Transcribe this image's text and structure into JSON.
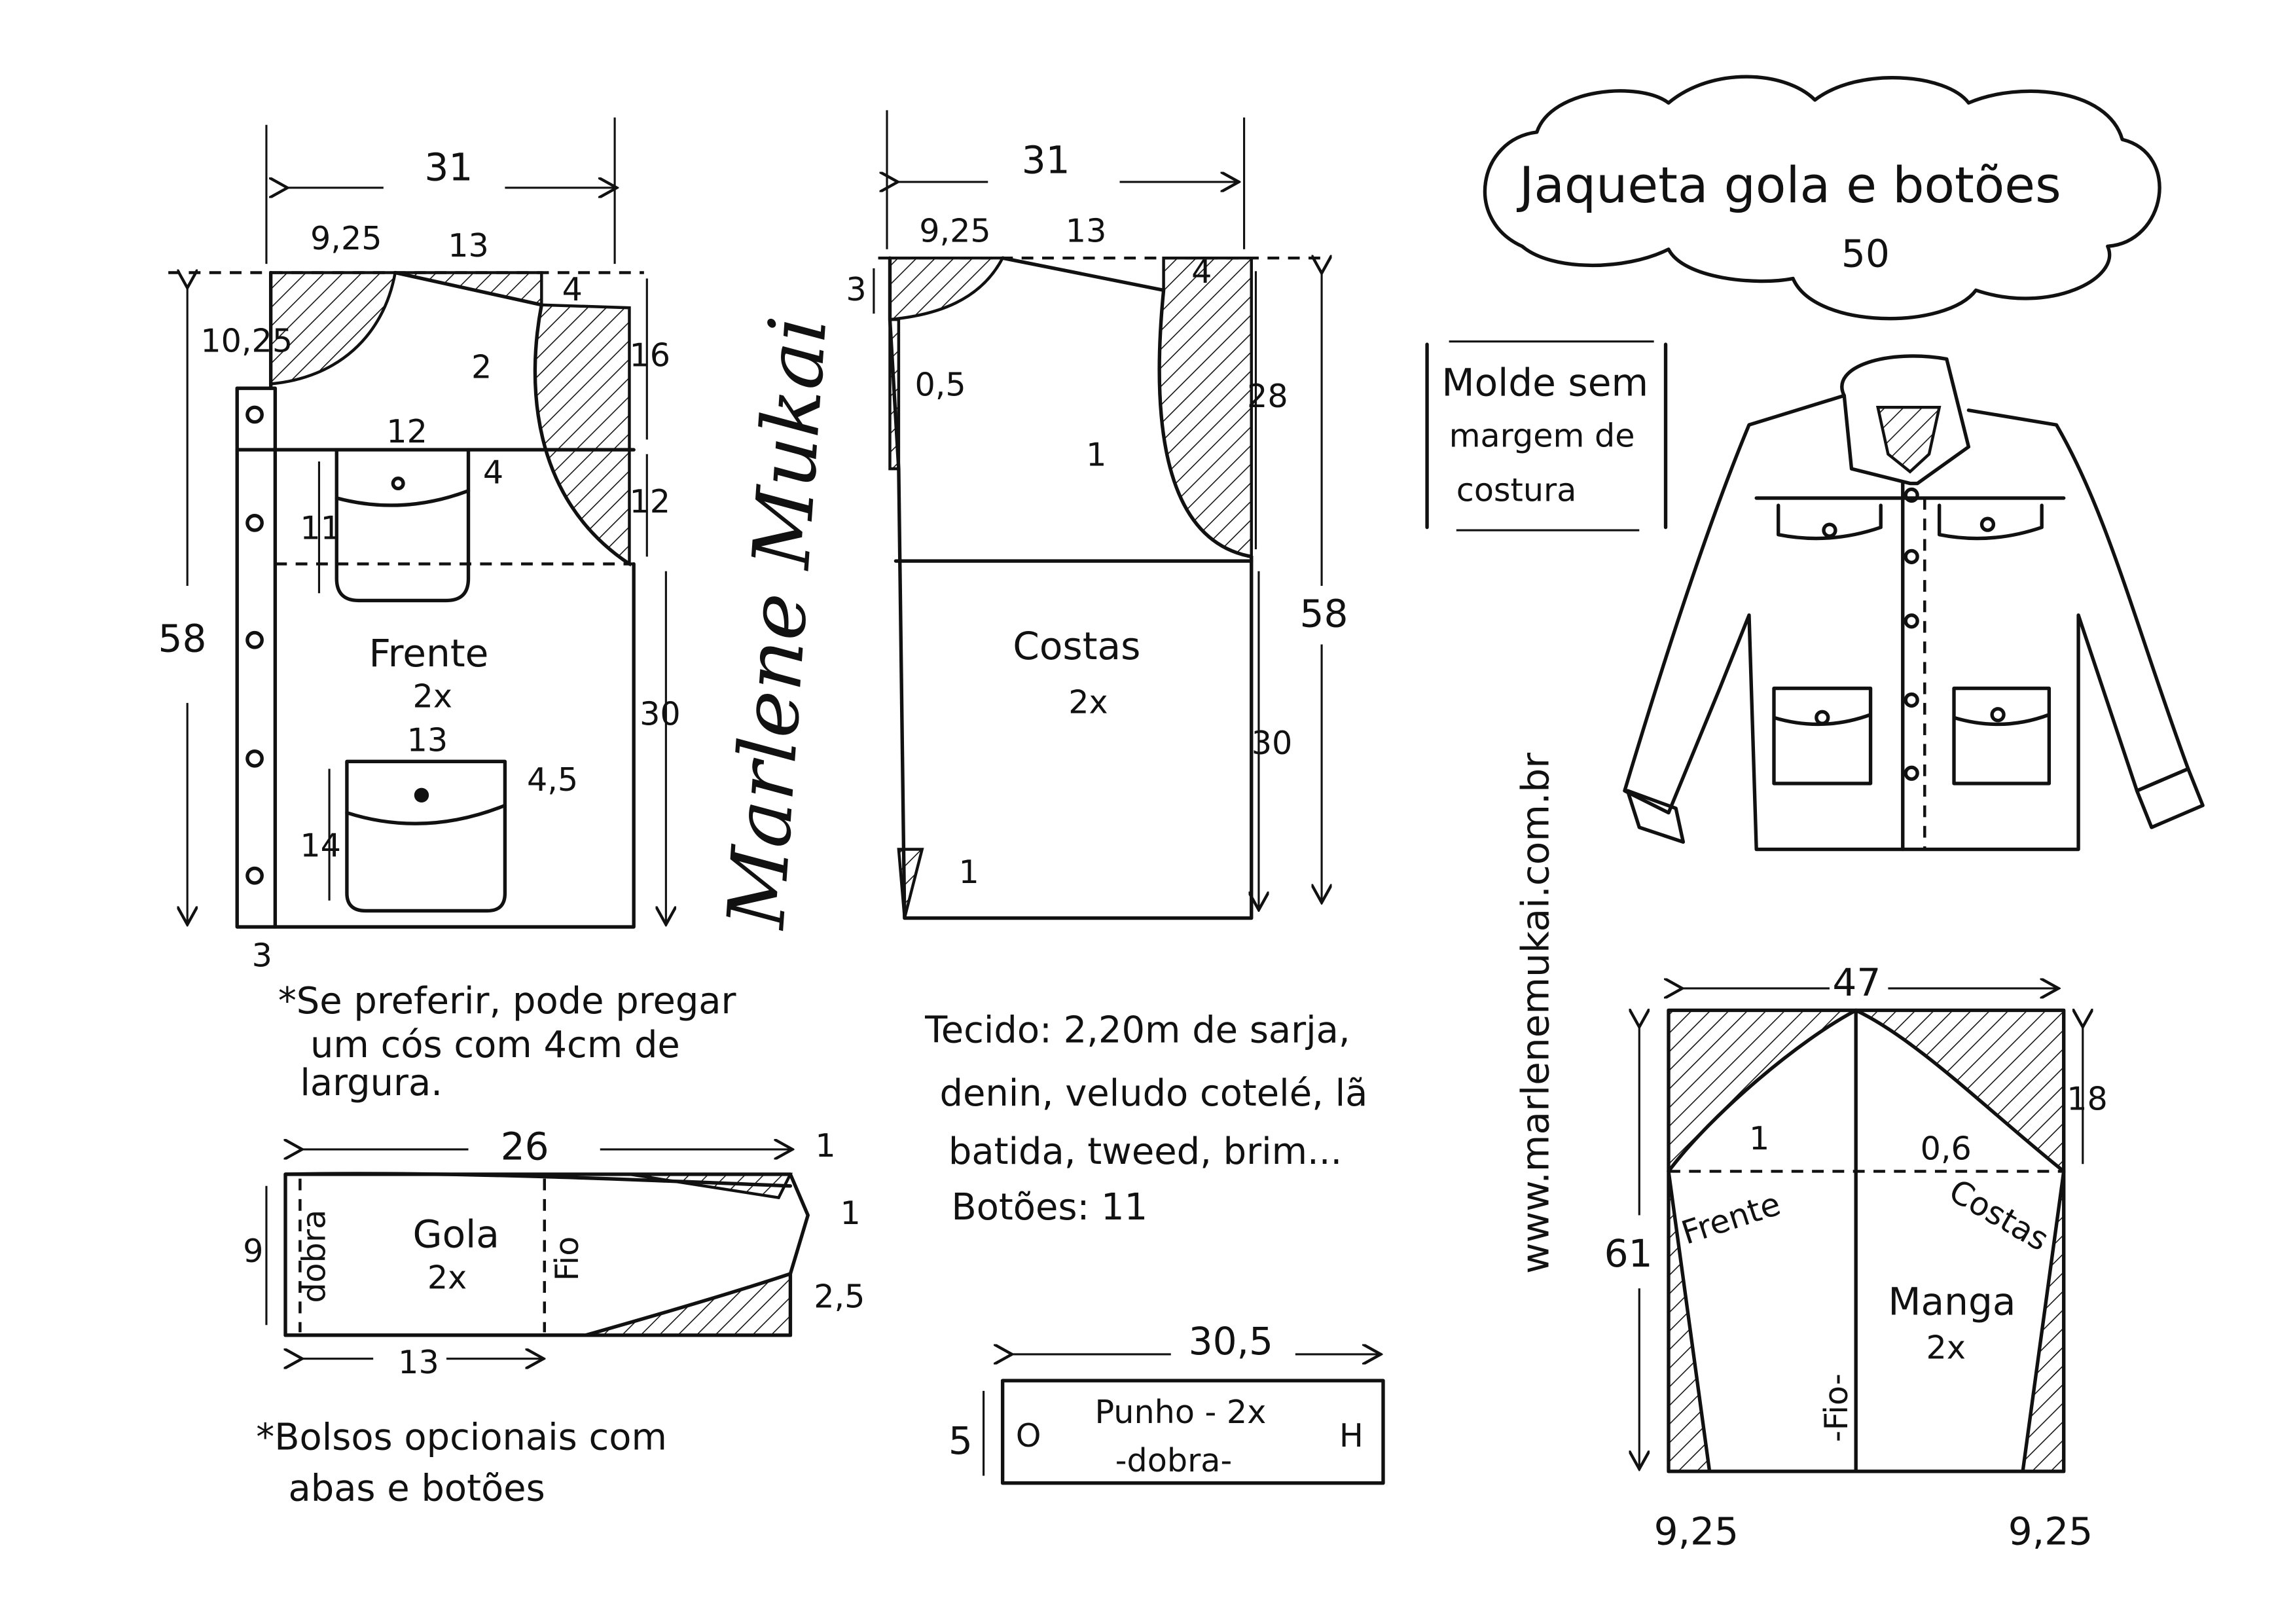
{
  "title": {
    "name": "Jaqueta gola e botões",
    "size": "50"
  },
  "note_box": {
    "lines": [
      "Molde sem",
      "margem de",
      "costura"
    ]
  },
  "website": "www.marlenemukai.com.br",
  "signature": "Marlene Mukai",
  "frente": {
    "label": "Frente",
    "qty": "2x",
    "dims": {
      "width": "31",
      "neck": "9,25",
      "shoulder": "13",
      "shoulder_drop": "4",
      "neck_depth": "10,25",
      "armhole_offset": "2",
      "armhole_height": "16",
      "pocket_top_width": "12",
      "pocket_top_flap": "4",
      "pocket_top_height": "11",
      "lower_height": "12",
      "length": "58",
      "hem_height": "30",
      "pocket_bottom_width": "13",
      "pocket_bottom_flap": "4,5",
      "pocket_bottom_height": "14",
      "placket": "3"
    },
    "note": [
      "*Se preferir, pode pregar",
      "um cós com 4cm de",
      "largura."
    ]
  },
  "costas": {
    "label": "Costas",
    "qty": "2x",
    "dims": {
      "width": "31",
      "neck": "9,25",
      "shoulder": "13",
      "shoulder_drop": "4",
      "neck_depth": "3",
      "neck_offset": "0,5",
      "armhole_offset": "1",
      "armhole_height": "28",
      "length": "58",
      "hem_height": "30",
      "side_offset": "1"
    }
  },
  "gola": {
    "label": "Gola",
    "qty": "2x",
    "fold": "dobra",
    "grain": "Fio",
    "dims": {
      "length": "26",
      "corner": "1",
      "height": "9",
      "tip": "1",
      "tip_height": "2,5",
      "half": "13"
    }
  },
  "pockets_note": [
    "*Bolsos opcionais com",
    "abas e botões"
  ],
  "fabric": {
    "lines": [
      "Tecido: 2,20m de sarja,",
      "denin, veludo cotelé, lã",
      "batida, tweed, brim..."
    ],
    "buttons": "Botões: 11"
  },
  "punho": {
    "label": "Punho - 2x",
    "fold": "-dobra-",
    "width": "30,5",
    "height": "5",
    "button_mark": "O",
    "hole_mark": "H"
  },
  "manga": {
    "label": "Manga",
    "qty": "2x",
    "front": "Frente",
    "back": "Costas",
    "grain": "-Fio-",
    "dims": {
      "width": "47",
      "cap_height": "18",
      "front_offset": "1",
      "back_offset": "0,6",
      "length": "61",
      "hem_left": "9,25",
      "hem_right": "9,25"
    }
  }
}
